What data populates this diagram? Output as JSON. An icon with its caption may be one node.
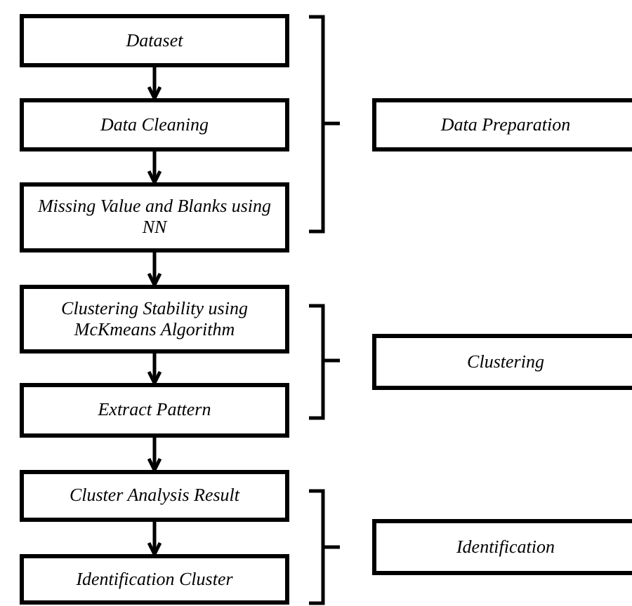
{
  "diagram": {
    "nodes": [
      {
        "text": [
          "Dataset"
        ]
      },
      {
        "text": [
          "Data Cleaning"
        ]
      },
      {
        "text": [
          "Missing Value and Blanks using NN"
        ]
      },
      {
        "text": [
          "Clustering Stability using McKmeans Algorithm"
        ]
      },
      {
        "text": [
          "Extract Pattern"
        ]
      },
      {
        "text": [
          "Cluster Analysis Result"
        ]
      },
      {
        "text": [
          "Identification Cluster"
        ]
      },
      {
        "text": [
          "Data Preparation"
        ]
      },
      {
        "text": [
          "Clustering"
        ]
      },
      {
        "text": [
          "Identification"
        ]
      }
    ],
    "edges": [
      {
        "from": 0,
        "to": 1,
        "arrow": "to"
      },
      {
        "from": 1,
        "to": 2,
        "arrow": "to"
      },
      {
        "from": 2,
        "to": 3,
        "arrow": "to"
      },
      {
        "from": 3,
        "to": 4,
        "arrow": "to"
      },
      {
        "from": 4,
        "to": 5,
        "arrow": "to"
      },
      {
        "from": 5,
        "to": 6,
        "arrow": "to"
      }
    ]
  }
}
